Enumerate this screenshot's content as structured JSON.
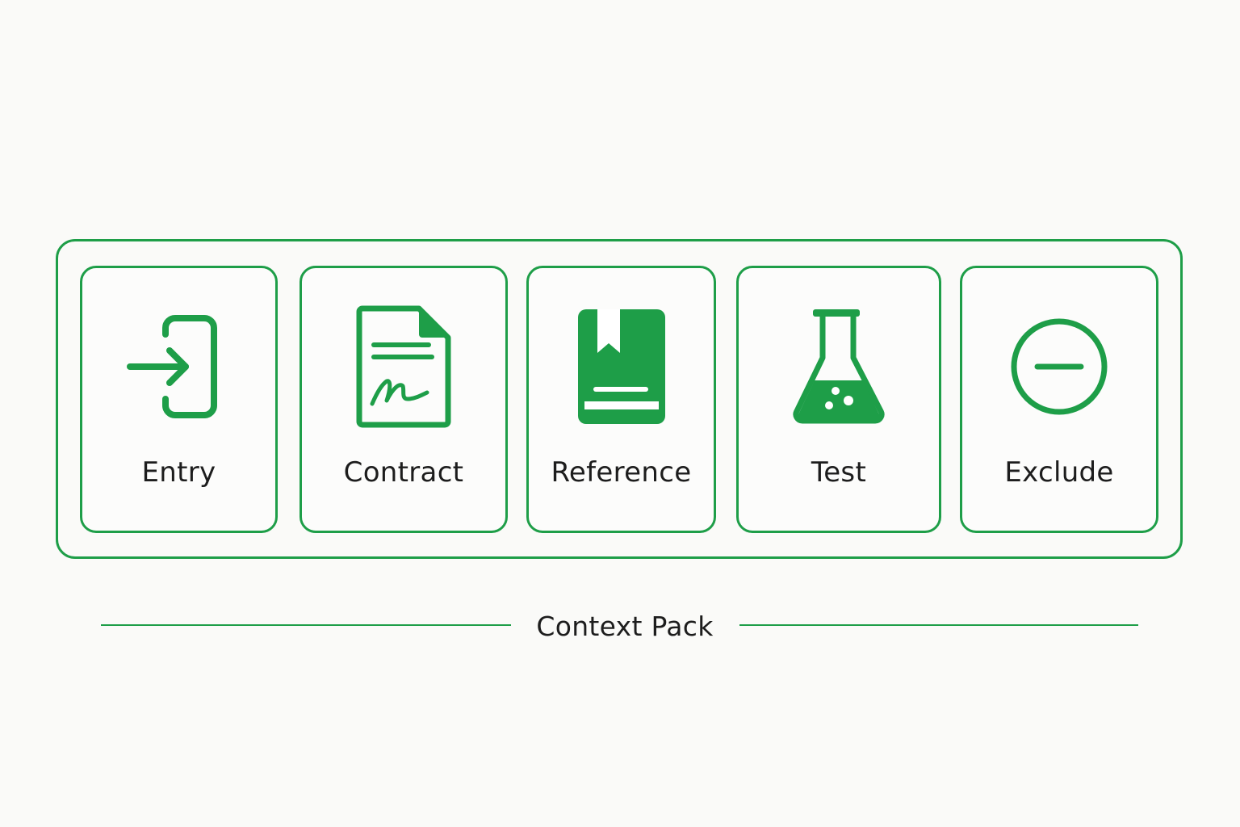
{
  "accent_color": "#1e9e48",
  "cards": [
    {
      "label": "Entry",
      "icon": "entry-icon"
    },
    {
      "label": "Contract",
      "icon": "contract-icon"
    },
    {
      "label": "Reference",
      "icon": "reference-icon"
    },
    {
      "label": "Test",
      "icon": "test-flask-icon"
    },
    {
      "label": "Exclude",
      "icon": "exclude-icon"
    }
  ],
  "caption": "Context Pack"
}
